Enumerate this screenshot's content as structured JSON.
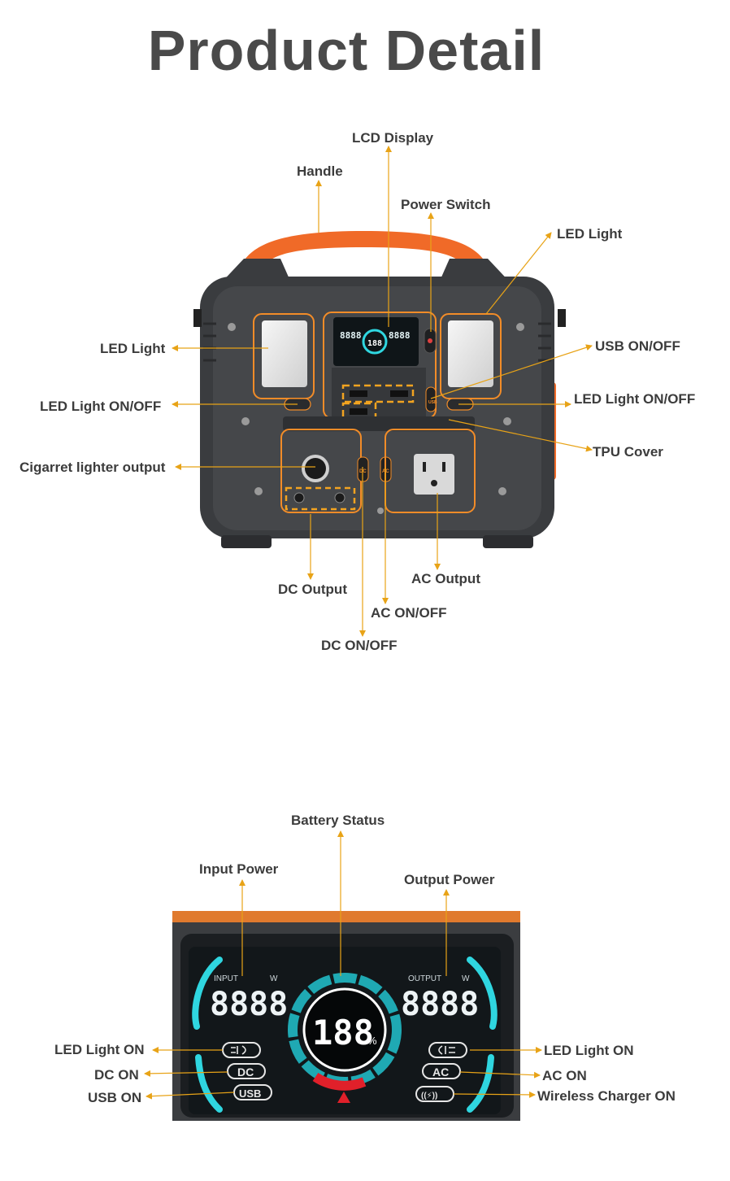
{
  "title": "Product Detail",
  "product_labels": {
    "lcd_display": "LCD Display",
    "handle": "Handle",
    "power_switch": "Power Switch",
    "led_light_top": "LED Light",
    "led_light_left": "LED Light",
    "usb_on_off": "USB ON/OFF",
    "led_light_on_off_left": "LED Light ON/OFF",
    "led_light_on_off_right": "LED Light ON/OFF",
    "tpu_cover": "TPU Cover",
    "cigarette_lighter_output": "Cigarret lighter output",
    "dc_output": "DC Output",
    "ac_output": "AC Output",
    "ac_on_off": "AC ON/OFF",
    "dc_on_off": "DC ON/OFF"
  },
  "display_labels": {
    "battery_status": "Battery Status",
    "input_power": "Input Power",
    "output_power": "Output Power",
    "led_light_on_left": "LED Light ON",
    "dc_on": "DC ON",
    "usb_on": "USB ON",
    "led_light_on_right": "LED Light ON",
    "ac_on": "AC ON",
    "wireless_charger_on": "Wireless Charger ON"
  },
  "screen": {
    "input_label": "INPUT",
    "input_unit": "W",
    "input_value": "8888",
    "output_label": "OUTPUT",
    "output_unit": "W",
    "output_value": "8888",
    "battery_value": "188",
    "battery_unit": "%",
    "icon_dc": "DC",
    "icon_usb": "USB",
    "icon_ac": "AC",
    "icon_wireless": "((⚡))"
  },
  "device_small": {
    "lcd_left": "8888",
    "lcd_right": "8888",
    "lcd_center": "188",
    "btn_dc": "DC",
    "btn_ac": "AC",
    "btn_usb": "USB"
  },
  "colors": {
    "accent_orange": "#f28c28",
    "label_text": "#3c3c3c",
    "arrow": "#e8a317",
    "screen_cyan": "#2fd6e0",
    "device_body": "#3a3c3f"
  }
}
